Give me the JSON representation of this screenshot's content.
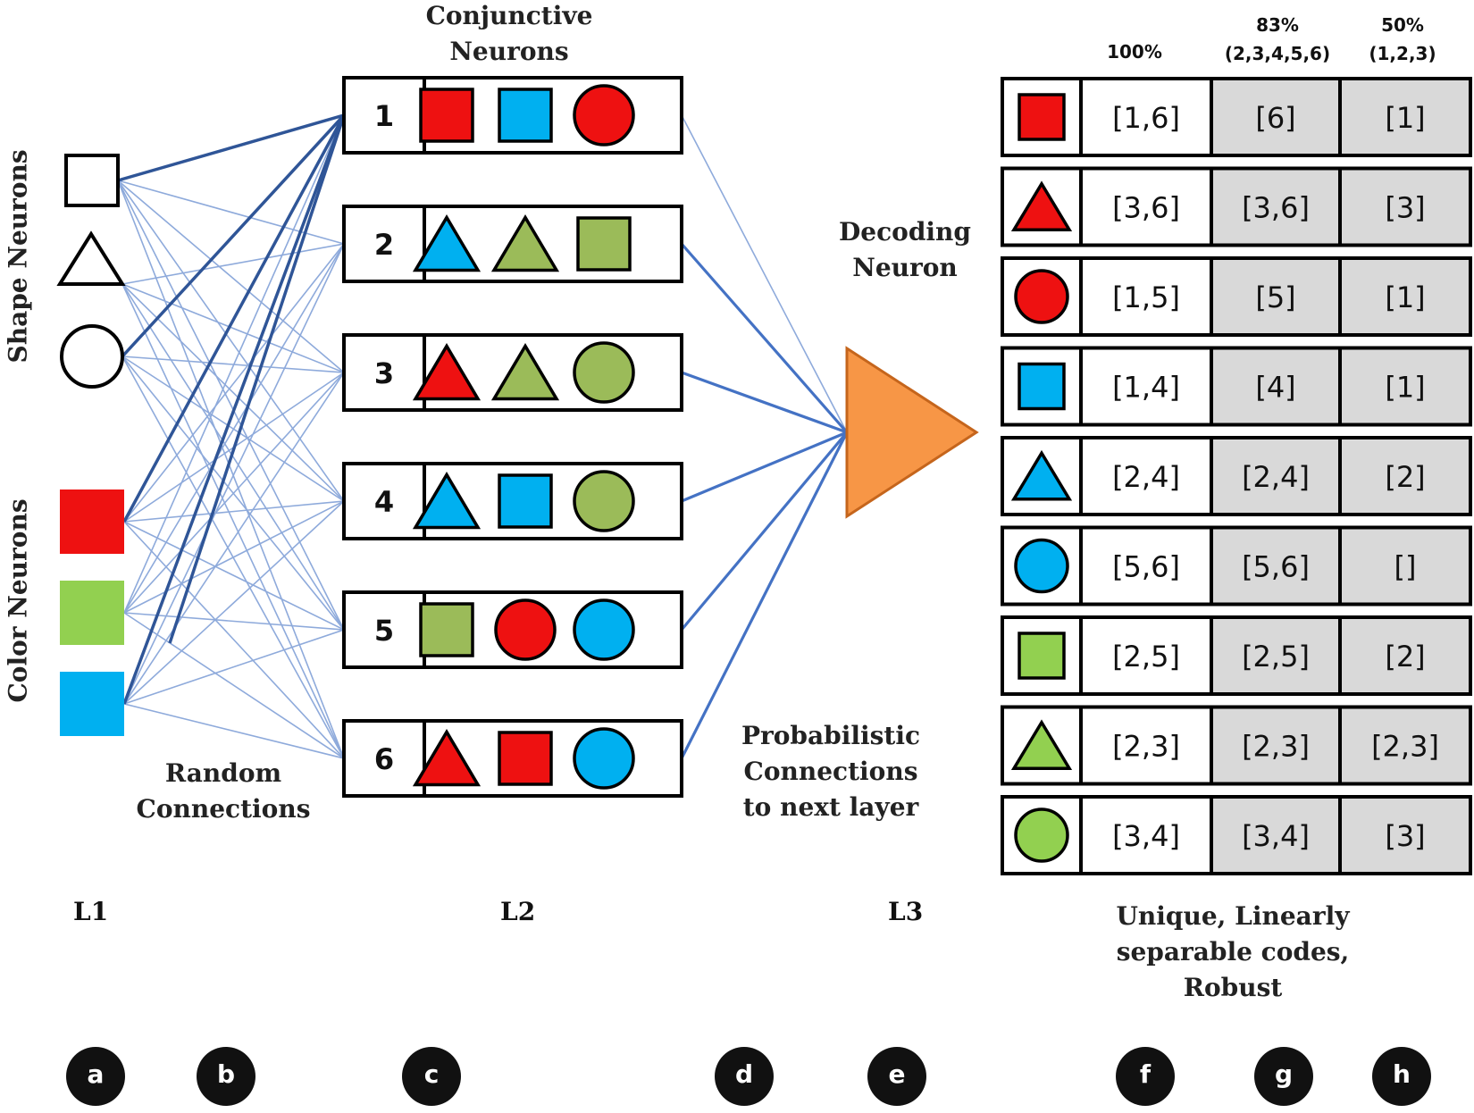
{
  "labels": {
    "shape_neurons": "Shape Neurons",
    "color_neurons": "Color Neurons",
    "conjunctive_line1": "Conjunctive",
    "conjunctive_line2": "Neurons",
    "decoding_line1": "Decoding",
    "decoding_line2": "Neuron",
    "random_line1": "Random",
    "random_line2": "Connections",
    "prob_line1": "Probabilistic",
    "prob_line2": "Connections",
    "prob_line3": "to next layer",
    "unique_line1": "Unique, Linearly",
    "unique_line2": "separable codes,",
    "unique_line3": "Robust"
  },
  "layers": {
    "l1": "L1",
    "l2": "L2",
    "l3": "L3"
  },
  "column_headers": {
    "f_pct": "100%",
    "g_pct": "83%",
    "g_set": "(2,3,4,5,6)",
    "h_pct": "50%",
    "h_set": "(1,2,3)"
  },
  "badges": [
    "a",
    "b",
    "c",
    "d",
    "e",
    "f",
    "g",
    "h"
  ],
  "colors": {
    "red": "#ee1111",
    "green": "#9bbb59",
    "light_green": "#92d050",
    "blue": "#00b0f0",
    "orange": "#f79646",
    "edge_thin": "#8eaadb",
    "edge_dark": "#2f5597",
    "edge_mid": "#4472c4",
    "gray_cell": "#d9d9d9"
  },
  "conjunctive_neurons": [
    {
      "id": "1",
      "shapes": [
        {
          "shape": "square",
          "color": "red"
        },
        {
          "shape": "square",
          "color": "blue"
        },
        {
          "shape": "circle",
          "color": "red"
        }
      ]
    },
    {
      "id": "2",
      "shapes": [
        {
          "shape": "triangle",
          "color": "blue"
        },
        {
          "shape": "triangle",
          "color": "green"
        },
        {
          "shape": "square",
          "color": "green"
        }
      ]
    },
    {
      "id": "3",
      "shapes": [
        {
          "shape": "triangle",
          "color": "red"
        },
        {
          "shape": "triangle",
          "color": "green"
        },
        {
          "shape": "circle",
          "color": "green"
        }
      ]
    },
    {
      "id": "4",
      "shapes": [
        {
          "shape": "triangle",
          "color": "blue"
        },
        {
          "shape": "square",
          "color": "blue"
        },
        {
          "shape": "circle",
          "color": "green"
        }
      ]
    },
    {
      "id": "5",
      "shapes": [
        {
          "shape": "square",
          "color": "green"
        },
        {
          "shape": "circle",
          "color": "red"
        },
        {
          "shape": "circle",
          "color": "blue"
        }
      ]
    },
    {
      "id": "6",
      "shapes": [
        {
          "shape": "triangle",
          "color": "red"
        },
        {
          "shape": "square",
          "color": "red"
        },
        {
          "shape": "circle",
          "color": "blue"
        }
      ]
    }
  ],
  "code_table": [
    {
      "shape": "square",
      "color": "red",
      "full": "[1,6]",
      "g": "[6]",
      "h": "[1]"
    },
    {
      "shape": "triangle",
      "color": "red",
      "full": "[3,6]",
      "g": "[3,6]",
      "h": "[3]"
    },
    {
      "shape": "circle",
      "color": "red",
      "full": "[1,5]",
      "g": "[5]",
      "h": "[1]"
    },
    {
      "shape": "square",
      "color": "blue",
      "full": "[1,4]",
      "g": "[4]",
      "h": "[1]"
    },
    {
      "shape": "triangle",
      "color": "blue",
      "full": "[2,4]",
      "g": "[2,4]",
      "h": "[2]"
    },
    {
      "shape": "circle",
      "color": "blue",
      "full": "[5,6]",
      "g": "[5,6]",
      "h": "[]"
    },
    {
      "shape": "square",
      "color": "light_green",
      "full": "[2,5]",
      "g": "[2,5]",
      "h": "[2]"
    },
    {
      "shape": "triangle",
      "color": "light_green",
      "full": "[2,3]",
      "g": "[2,3]",
      "h": "[2,3]"
    },
    {
      "shape": "circle",
      "color": "light_green",
      "full": "[3,4]",
      "g": "[3,4]",
      "h": "[3]"
    }
  ]
}
